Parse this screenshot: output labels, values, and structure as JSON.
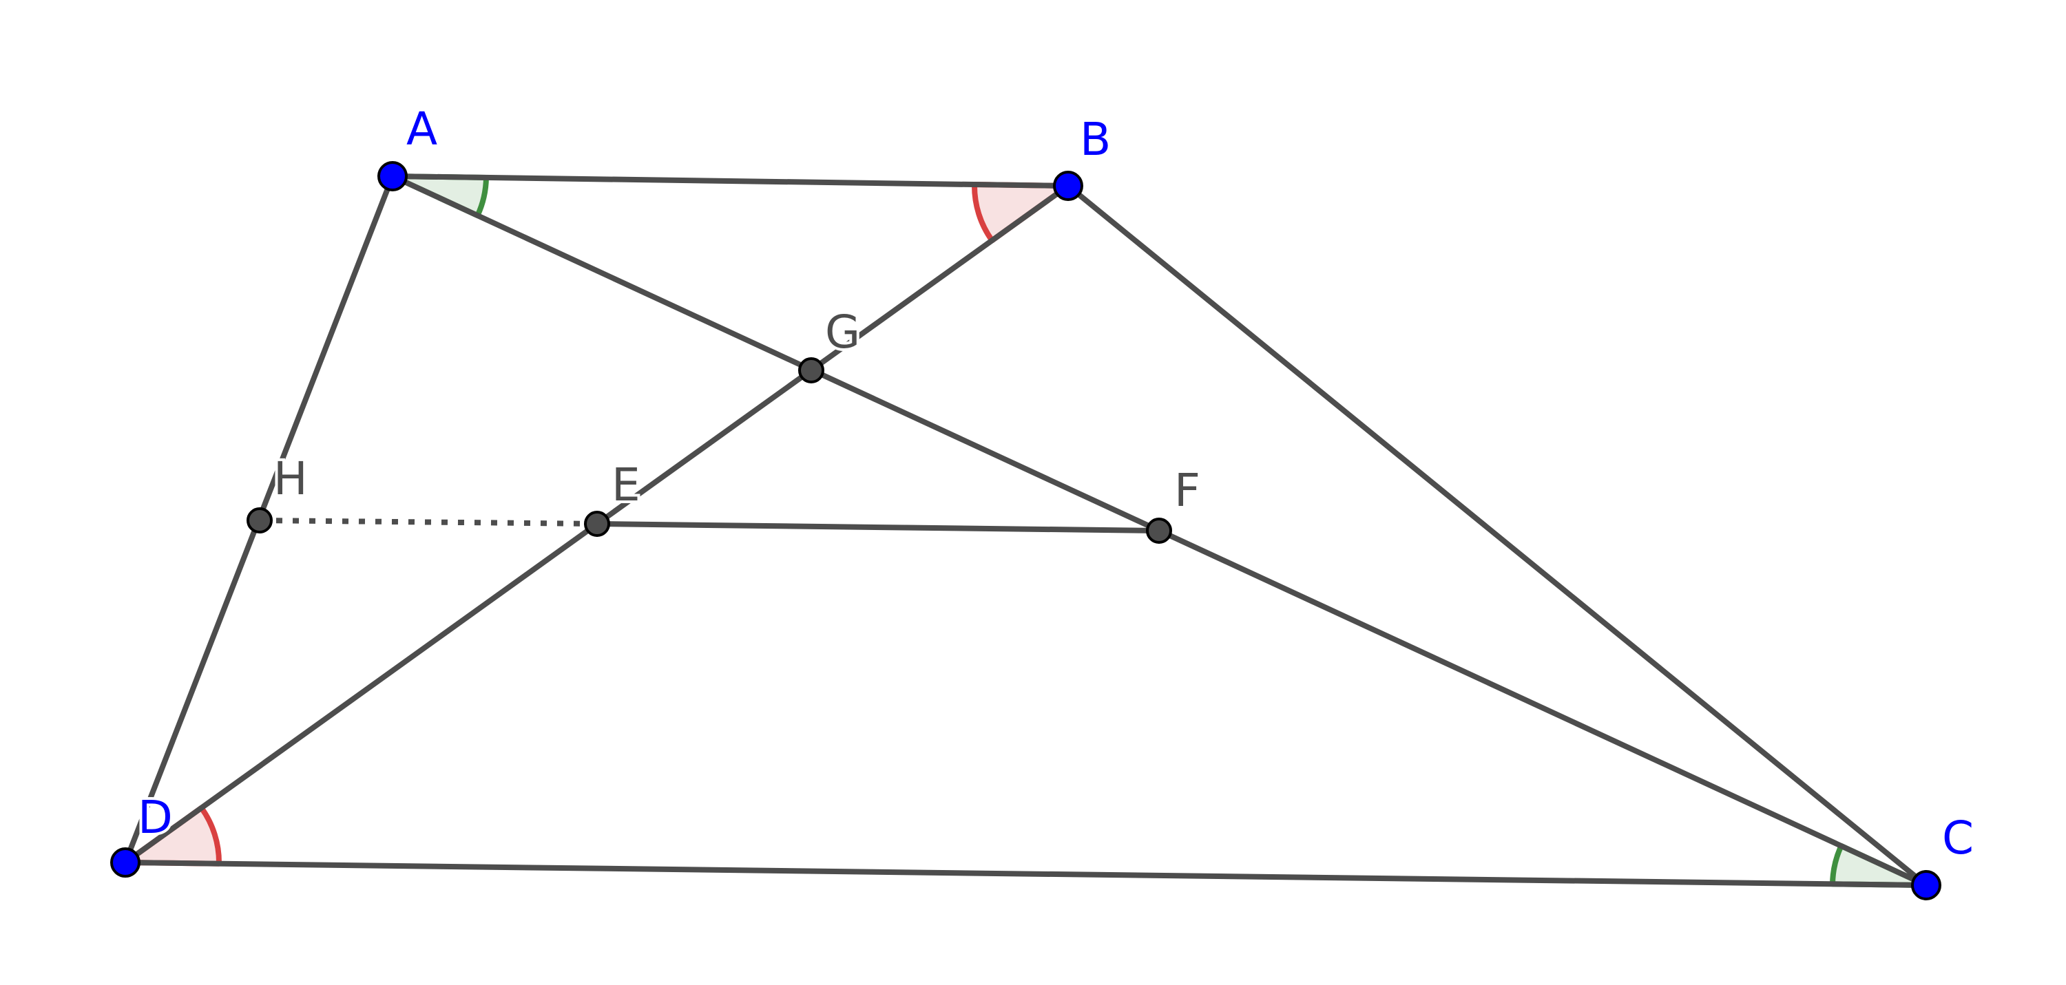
{
  "figure": {
    "type": "geometry-construction",
    "points": [
      {
        "id": "A",
        "label": "A",
        "kind": "free"
      },
      {
        "id": "B",
        "label": "B",
        "kind": "free"
      },
      {
        "id": "C",
        "label": "C",
        "kind": "free"
      },
      {
        "id": "D",
        "label": "D",
        "kind": "free"
      },
      {
        "id": "E",
        "label": "E",
        "kind": "dependent"
      },
      {
        "id": "F",
        "label": "F",
        "kind": "dependent"
      },
      {
        "id": "G",
        "label": "G",
        "kind": "dependent"
      },
      {
        "id": "H",
        "label": "H",
        "kind": "dependent"
      }
    ],
    "segments": [
      {
        "from": "A",
        "to": "B",
        "style": "solid"
      },
      {
        "from": "B",
        "to": "C",
        "style": "solid"
      },
      {
        "from": "C",
        "to": "D",
        "style": "solid"
      },
      {
        "from": "D",
        "to": "A",
        "style": "solid"
      },
      {
        "from": "A",
        "to": "C",
        "style": "solid"
      },
      {
        "from": "B",
        "to": "D",
        "style": "solid"
      },
      {
        "from": "E",
        "to": "F",
        "style": "solid"
      },
      {
        "from": "H",
        "to": "E",
        "style": "dotted"
      }
    ],
    "angles": [
      {
        "vertex": "A",
        "between": [
          "B",
          "C"
        ],
        "color": "green"
      },
      {
        "vertex": "C",
        "between": [
          "D",
          "A"
        ],
        "color": "green"
      },
      {
        "vertex": "B",
        "between": [
          "A",
          "D"
        ],
        "color": "red"
      },
      {
        "vertex": "D",
        "between": [
          "C",
          "B"
        ],
        "color": "red"
      }
    ]
  },
  "colors": {
    "free_point": "#0000ff",
    "dependent_point": "#4d4d4d",
    "segment": "#4d4d4d",
    "green_angle_stroke": "#3f8f3f",
    "green_angle_fill": "#e3efe3",
    "red_angle_stroke": "#d94040",
    "red_angle_fill": "#f8e2e2"
  }
}
